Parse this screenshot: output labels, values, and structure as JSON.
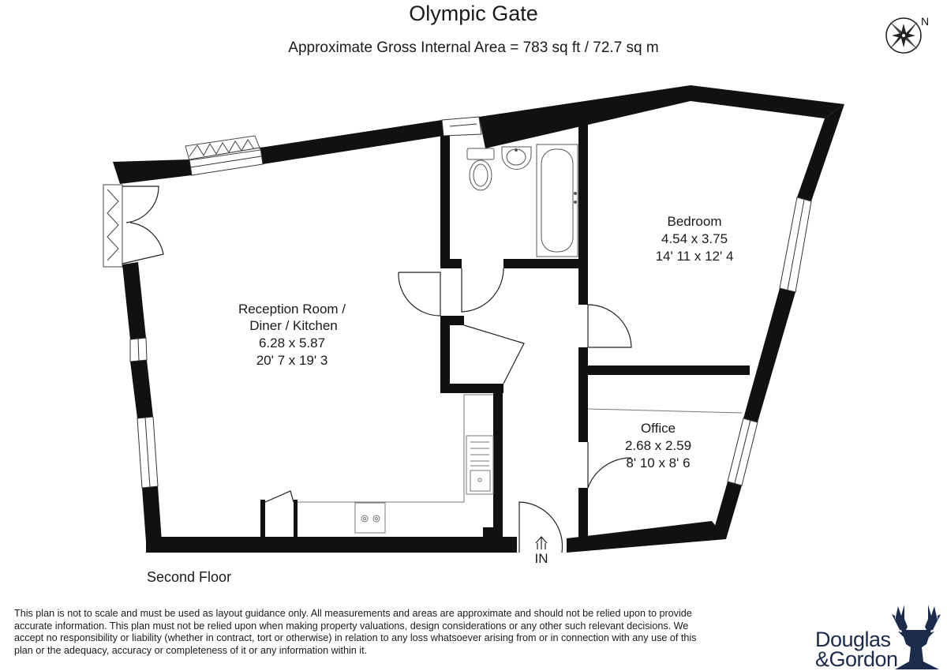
{
  "header": {
    "title": "Olympic Gate",
    "subtitle": "Approximate Gross Internal Area = 783 sq ft / 72.7 sq m"
  },
  "compass": {
    "label": "N",
    "icon": "compass-rose-icon"
  },
  "rooms": {
    "reception": {
      "name_1": "Reception Room /",
      "name_2": "Diner / Kitchen",
      "metric": "6.28 x 5.87",
      "imperial": "20' 7 x 19' 3"
    },
    "bedroom": {
      "name": "Bedroom",
      "metric": "4.54 x 3.75",
      "imperial": "14' 11 x 12' 4"
    },
    "office": {
      "name": "Office",
      "metric": "2.68 x 2.59",
      "imperial": "8' 10 x 8' 6"
    }
  },
  "entrance": {
    "label": "IN",
    "icon": "entrance-arrow-icon"
  },
  "floor_label": "Second Floor",
  "disclaimer": "This plan is not to scale and must be used as layout guidance only. All measurements and areas are approximate and should not be relied upon to provide accurate information. This plan must not be relied upon when making property valuations, design considerations or any other such relevant decisions. We accept no responsibility or liability (whether in contract, tort or otherwise) in relation to any loss whatsoever arising from or in connection with any use of this plan or the adequacy, accuracy or completeness of it or any information within it.",
  "logo": {
    "line1": "Douglas",
    "line2": "&Gordon",
    "icon": "stag-head-icon",
    "color": "#1b2b4c"
  },
  "colors": {
    "wall": "#111111",
    "fixture_line": "#555555"
  }
}
